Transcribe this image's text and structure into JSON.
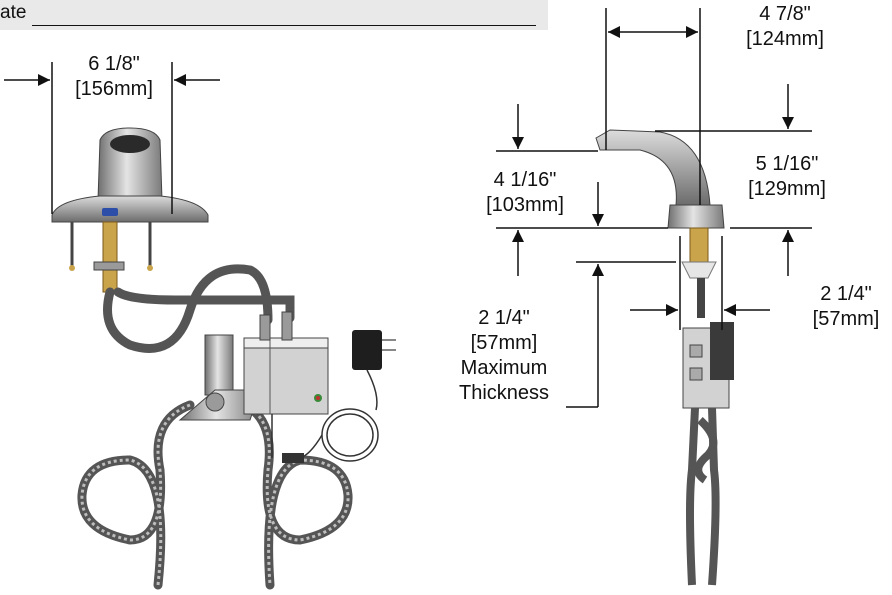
{
  "header": {
    "date_label": "ate"
  },
  "dims": {
    "width_front": {
      "imperial": "6 1/8\"",
      "metric": "156mm"
    },
    "spout_reach": {
      "imperial": "4 7/8\"",
      "metric": "124mm"
    },
    "spout_height": {
      "imperial": "5 1/16\"",
      "metric": "129mm"
    },
    "deck_height": {
      "imperial": "4 1/16\"",
      "metric": "103mm"
    },
    "base_width": {
      "imperial": "2 1/4\"",
      "metric": "57mm"
    },
    "max_thickness": {
      "imperial": "2 1/4\"",
      "metric": "57mm",
      "note_line1": "Maximum",
      "note_line2": "Thickness"
    }
  },
  "colors": {
    "line": "#111111",
    "chrome": "#9a9a9a",
    "hose": "#555555",
    "brass": "#c9a44a",
    "box": "#cfcfcf"
  }
}
